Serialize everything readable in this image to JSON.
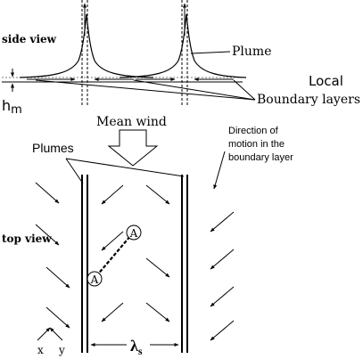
{
  "labels": {
    "side_view": "side view",
    "top_view": "top view",
    "plume": "Plume",
    "local": "Local",
    "boundary_layers": "Boundary layers",
    "hm_base": "h",
    "hm_sub": "m",
    "mean_wind": "Mean wind",
    "plumes": "Plumes",
    "direction_1": "Direction of",
    "direction_2": "motion in the",
    "direction_3": "boundary layer",
    "point_a": "A",
    "axis_x": "x",
    "axis_y": "y",
    "lambda_base": "λ",
    "lambda_sub": "s"
  }
}
